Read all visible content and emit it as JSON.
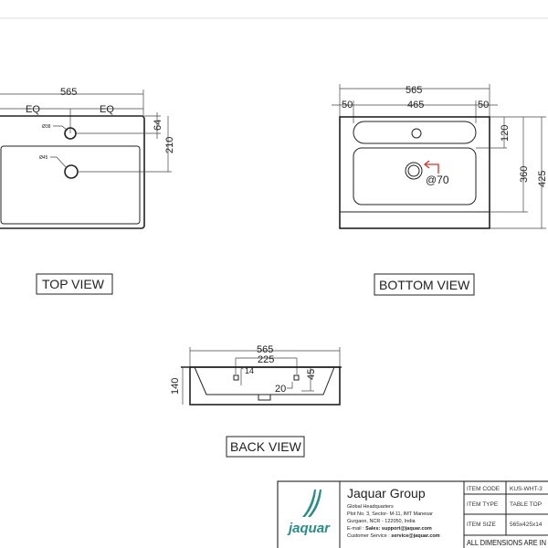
{
  "top_view": {
    "label": "TOP VIEW",
    "width": "565",
    "eq_left": "EQ",
    "eq_right": "EQ",
    "hole_tap": "Ø38",
    "hole_drain": "Ø45",
    "dim_64": "64",
    "dim_210": "210"
  },
  "bottom_view": {
    "label": "BOTTOM VIEW",
    "width": "565",
    "left_margin": "50",
    "inner_width": "465",
    "right_margin": "50",
    "dim_120": "120",
    "dim_360": "360",
    "dim_425": "425",
    "drain": "@70",
    "accent": "#d9302c"
  },
  "back_view": {
    "label": "BACK VIEW",
    "width": "565",
    "hole_spacing": "225",
    "hole_size": "14",
    "dim_20": "20",
    "dim_45": "45",
    "height": "140"
  },
  "title_block": {
    "logo_text": "jaquar",
    "company": "Jaquar Group",
    "address": [
      "Global Headquarters",
      "Plot No. 3, Sector- M-11, IMT Manesar",
      "Gurgaon, NCR - 122050, India"
    ],
    "email_label": "E-mail : ",
    "email_value": "Sales: support@jaquar.com",
    "service_label": "Customer Service : ",
    "service_value": "service@jaquar.com",
    "rows": [
      {
        "label": "ITEM  CODE",
        "value": "KUS-WHT-3"
      },
      {
        "label": "ITEM  TYPE",
        "value": "TABLE TOP"
      },
      {
        "label": "ITEM  SIZE",
        "value": "565x425x14"
      }
    ],
    "footer": "ALL DIMENSIONS ARE IN",
    "brand_color": "#2a8c84"
  }
}
